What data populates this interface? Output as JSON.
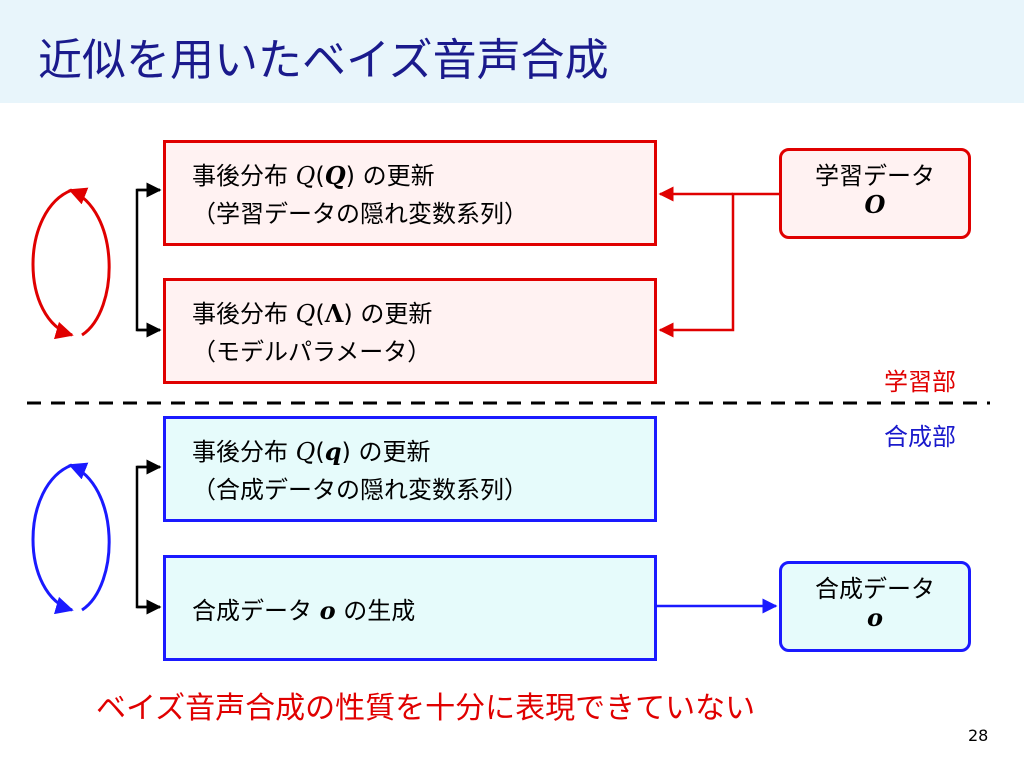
{
  "slide": {
    "title": "近似を用いたベイズ音声合成",
    "conclusion": "ベイズ音声合成の性質を十分に表現できていない",
    "page_number": "28"
  },
  "learning_part": {
    "label": "学習部",
    "box1": {
      "prefix": "事後分布 ",
      "func": "Q",
      "arg": "Q",
      "suffix": " の更新",
      "line2": "（学習データの隠れ変数系列）"
    },
    "box2": {
      "prefix": "事後分布 ",
      "func": "Q",
      "arg": "Λ",
      "suffix": " の更新",
      "line2": "（モデルパラメータ）"
    },
    "data_box": {
      "label": "学習データ",
      "symbol": "O"
    }
  },
  "synthesis_part": {
    "label": "合成部",
    "box1": {
      "prefix": "事後分布 ",
      "func": "Q",
      "arg": "q",
      "suffix": " の更新",
      "line2": "（合成データの隠れ変数系列）"
    },
    "box2": {
      "prefix": "合成データ ",
      "symbol": "o",
      "suffix": " の生成"
    },
    "data_box": {
      "label": "合成データ",
      "symbol": "o"
    }
  },
  "colors": {
    "learning": "#e00000",
    "synthesis": "#1a1aff",
    "title": "#1a1a8c",
    "title_band": "#e8f5fb"
  }
}
